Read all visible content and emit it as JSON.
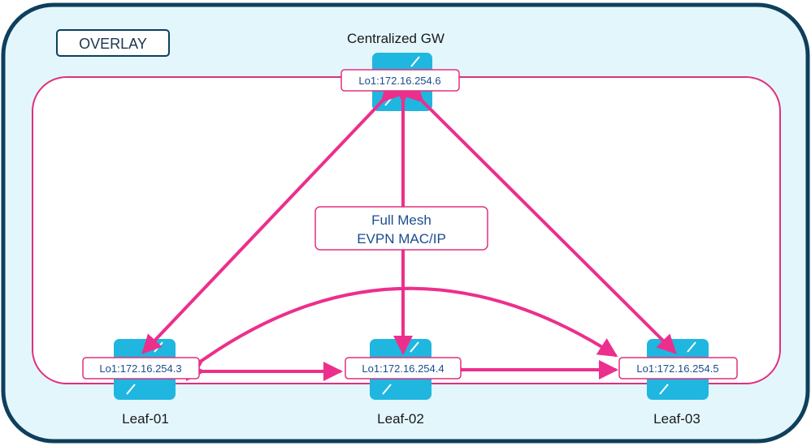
{
  "colors": {
    "outer_border": "#0e3f5c",
    "outer_fill": "#e3f6fc",
    "inner_border": "#e0307c",
    "inner_fill": "#ffffff",
    "switch": "#1fb6e0",
    "link": "#ec2f8c",
    "loopback_text": "#1a4d8f"
  },
  "overlay_label": "OVERLAY",
  "annotation": {
    "line1": "Full Mesh",
    "line2": "EVPN MAC/IP"
  },
  "nodes": {
    "gw": {
      "name": "Centralized GW",
      "loopback": "Lo1:172.16.254.6"
    },
    "leaf1": {
      "name": "Leaf-01",
      "loopback": "Lo1:172.16.254.3"
    },
    "leaf2": {
      "name": "Leaf-02",
      "loopback": "Lo1:172.16.254.4"
    },
    "leaf3": {
      "name": "Leaf-03",
      "loopback": "Lo1:172.16.254.5"
    }
  }
}
